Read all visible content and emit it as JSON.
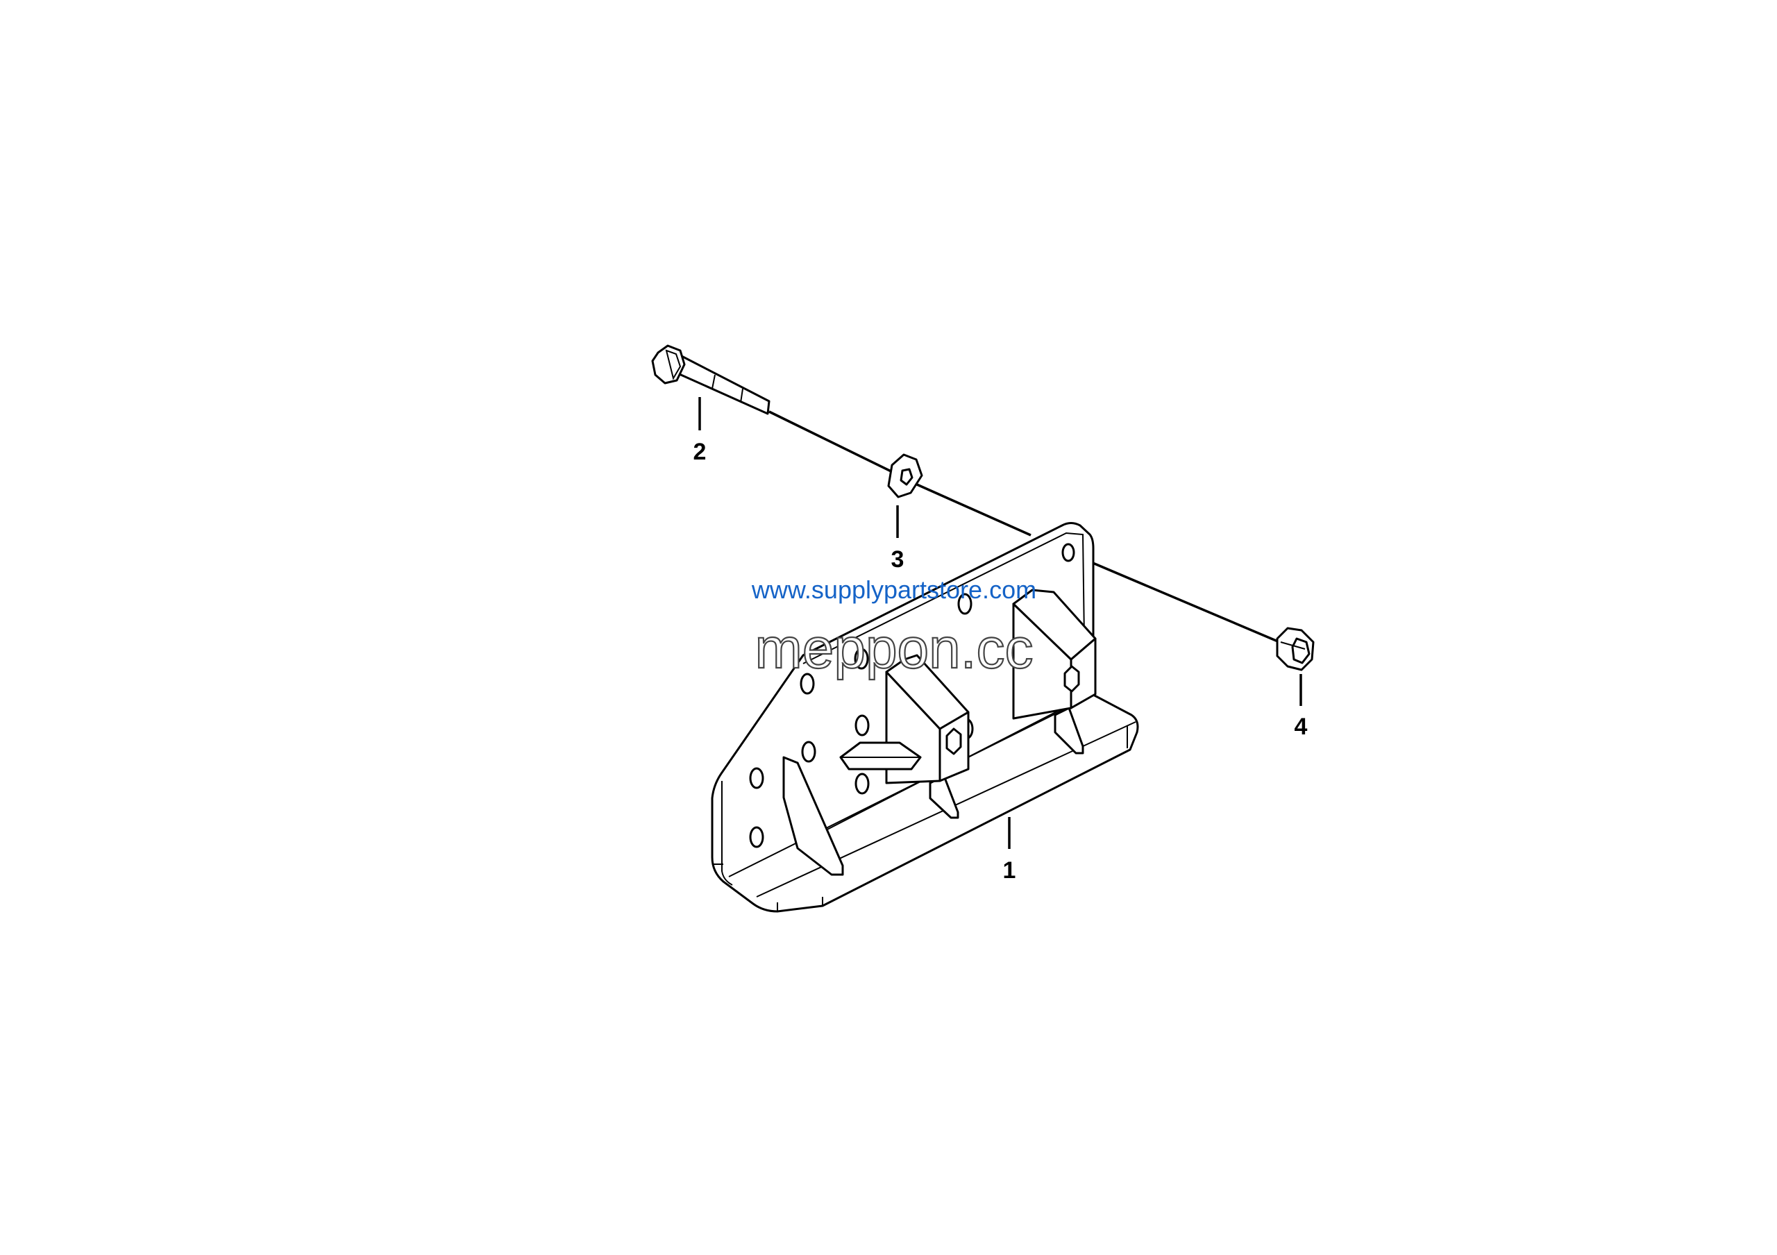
{
  "diagram": {
    "callouts": [
      {
        "number": "1",
        "part": "bracket-plate"
      },
      {
        "number": "2",
        "part": "bolt"
      },
      {
        "number": "3",
        "part": "washer"
      },
      {
        "number": "4",
        "part": "nut"
      }
    ],
    "watermarks": {
      "primary": "meppon.cc",
      "secondary": "www.supplypartstore.com",
      "secondary_color": "#1563c7"
    },
    "line_color": "#000000",
    "background": "#ffffff"
  }
}
